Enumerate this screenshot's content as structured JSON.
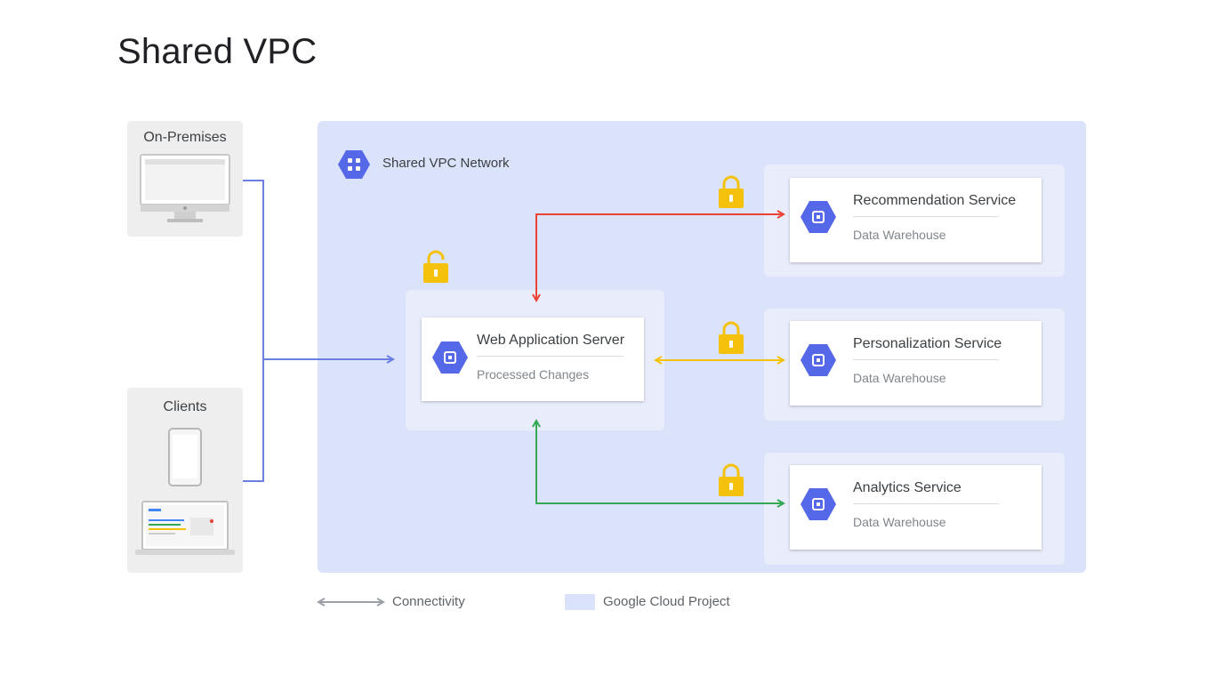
{
  "title": "Shared VPC",
  "on_premises": {
    "label": "On-Premises"
  },
  "clients": {
    "label": "Clients"
  },
  "network": {
    "label": "Shared VPC Network"
  },
  "web_server": {
    "title": "Web Application Server",
    "subtitle": "Processed Changes"
  },
  "services": [
    {
      "title": "Recommendation Service",
      "subtitle": "Data Warehouse",
      "link_color": "#ea4335",
      "lock": "locked"
    },
    {
      "title": "Personalization Service",
      "subtitle": "Data Warehouse",
      "link_color": "#f4c20d",
      "lock": "locked"
    },
    {
      "title": "Analytics Service",
      "subtitle": "Data Warehouse",
      "link_color": "#34a853",
      "lock": "locked"
    }
  ],
  "web_server_lock": "unlocked",
  "client_link_color": "#6b7fe3",
  "legend": {
    "connectivity": "Connectivity",
    "project": "Google Cloud Project"
  },
  "colors": {
    "project_fill": "#dbe3fb",
    "icon_blue": "#5468e8",
    "lock_yellow": "#f4c20d"
  }
}
